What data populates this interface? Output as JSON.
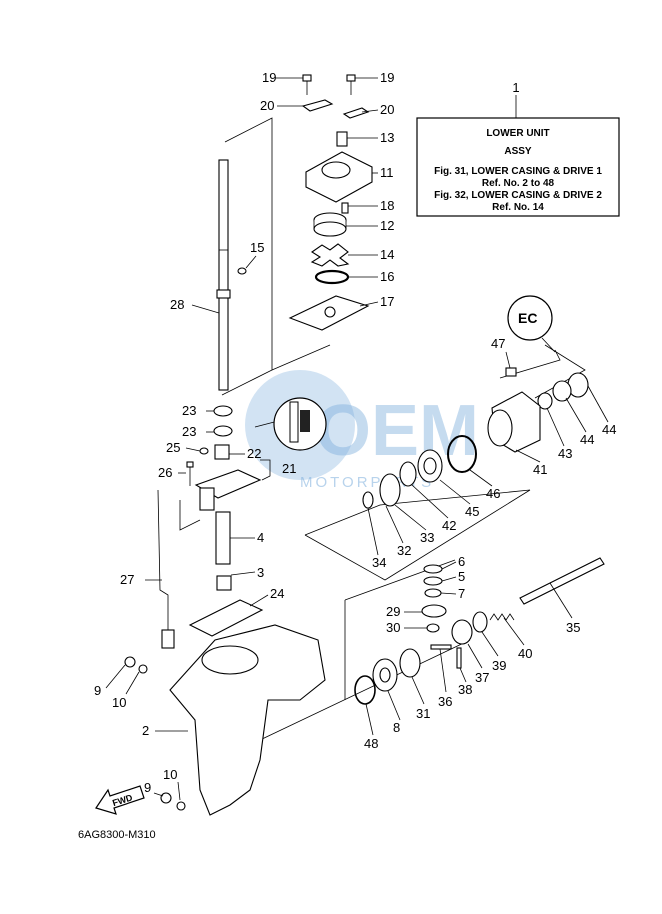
{
  "reference_box": {
    "callout": "1",
    "lines": [
      "LOWER UNIT",
      "ASSY",
      "Fig. 31, LOWER CASING & DRIVE 1",
      "Ref. No. 2 to 48",
      "Fig. 32, LOWER CASING & DRIVE 2",
      "Ref. No. 14"
    ]
  },
  "watermark": {
    "text": "OEM",
    "subtext": "MOTORPARTS"
  },
  "grease_symbol": "EC",
  "fwd_label": "FWD",
  "diagram_code": "6AG8300-M310",
  "callouts": {
    "c19a": "19",
    "c19b": "19",
    "c20a": "20",
    "c20b": "20",
    "c13": "13",
    "c11": "11",
    "c18": "18",
    "c12": "12",
    "c14": "14",
    "c16": "16",
    "c17": "17",
    "c15": "15",
    "c28": "28",
    "c47": "47",
    "c23a": "23",
    "c23b": "23",
    "c25": "25",
    "c22": "22",
    "c26": "26",
    "c21": "21",
    "c44a": "44",
    "c44b": "44",
    "c43": "43",
    "c41": "41",
    "c46": "46",
    "c45": "45",
    "c42": "42",
    "c33": "33",
    "c32": "32",
    "c34": "34",
    "c4": "4",
    "c3": "3",
    "c27": "27",
    "c24": "24",
    "c6": "6",
    "c5": "5",
    "c7": "7",
    "c29": "29",
    "c30": "30",
    "c35": "35",
    "c40": "40",
    "c39": "39",
    "c37": "37",
    "c38": "38",
    "c36": "36",
    "c31": "31",
    "c8": "8",
    "c48": "48",
    "c9a": "9",
    "c10a": "10",
    "c2": "2",
    "c10b": "10",
    "c9b": "9"
  }
}
